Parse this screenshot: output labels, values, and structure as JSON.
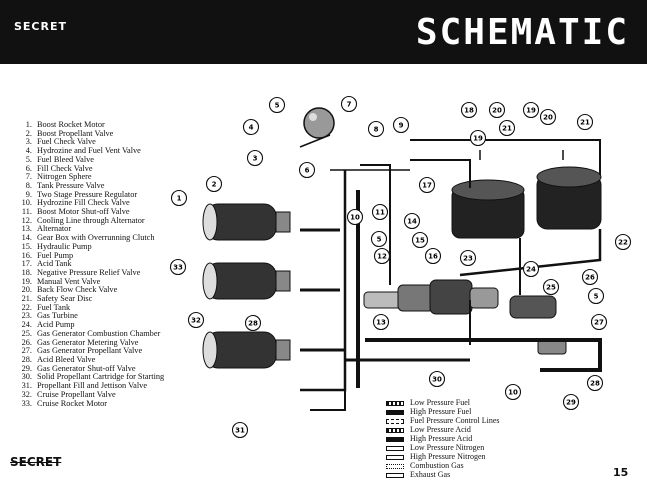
{
  "header": {
    "classification": "SECRET",
    "title": "SCHEMATIC"
  },
  "components": [
    {
      "n": "1.",
      "label": "Boost Rocket Motor"
    },
    {
      "n": "2.",
      "label": "Boost Propellant Valve"
    },
    {
      "n": "3.",
      "label": "Fuel Check Valve"
    },
    {
      "n": "4.",
      "label": "Hydrozine and Fuel Vent Valve"
    },
    {
      "n": "5.",
      "label": "Fuel Bleed Valve"
    },
    {
      "n": "6.",
      "label": "Fill Check Valve"
    },
    {
      "n": "7.",
      "label": "Nitrogen Sphere"
    },
    {
      "n": "8.",
      "label": "Tank Pressure Valve"
    },
    {
      "n": "9.",
      "label": "Two Stage Pressure Regulator"
    },
    {
      "n": "10.",
      "label": "Hydrozine Fill Check Valve"
    },
    {
      "n": "11.",
      "label": "Boost Motor Shut-off Valve"
    },
    {
      "n": "12.",
      "label": "Cooling Line through Alternator"
    },
    {
      "n": "13.",
      "label": "Alternator"
    },
    {
      "n": "14.",
      "label": "Gear Box with Overrunning Clutch"
    },
    {
      "n": "15.",
      "label": "Hydraulic Pump"
    },
    {
      "n": "16.",
      "label": "Fuel Pump"
    },
    {
      "n": "17.",
      "label": "Acid Tank"
    },
    {
      "n": "18.",
      "label": "Negative Pressure Relief Valve"
    },
    {
      "n": "19.",
      "label": "Manual Vent Valve"
    },
    {
      "n": "20.",
      "label": "Back Flow Check Valve"
    },
    {
      "n": "21.",
      "label": "Safety Sear Disc"
    },
    {
      "n": "22.",
      "label": "Fuel Tank"
    },
    {
      "n": "23.",
      "label": "Gas Turbine"
    },
    {
      "n": "24.",
      "label": "Acid Pump"
    },
    {
      "n": "25.",
      "label": "Gas Generator Combustion Chamber"
    },
    {
      "n": "26.",
      "label": "Gas Generator Metering Valve"
    },
    {
      "n": "27.",
      "label": "Gas Generator Propellant Valve"
    },
    {
      "n": "28.",
      "label": "Acid Bleed Valve"
    },
    {
      "n": "29.",
      "label": "Gas Generator Shut-off Valve"
    },
    {
      "n": "30.",
      "label": "Solid Propellant Cartridge for Starting"
    },
    {
      "n": "31.",
      "label": "Propellant Fill and Jettison Valve"
    },
    {
      "n": "32.",
      "label": "Cruise Propellant Valve"
    },
    {
      "n": "33.",
      "label": "Cruise Rocket Motor"
    }
  ],
  "line_key": [
    {
      "label": "Low Pressure Fuel",
      "style": "hatched"
    },
    {
      "label": "High Pressure Fuel",
      "style": "black"
    },
    {
      "label": "Fuel Pressure Control Lines",
      "style": "dashed"
    },
    {
      "label": "Low Pressure Acid",
      "style": "hatched"
    },
    {
      "label": "High Pressure Acid",
      "style": "black"
    },
    {
      "label": "Low Pressure Nitrogen",
      "style": "white"
    },
    {
      "label": "High Pressure Nitrogen",
      "style": "white"
    },
    {
      "label": "Combustion Gas",
      "style": "dotted"
    },
    {
      "label": "Exhaust Gas",
      "style": "white"
    }
  ],
  "callouts": [
    {
      "n": "1"
    },
    {
      "n": "2"
    },
    {
      "n": "3"
    },
    {
      "n": "4"
    },
    {
      "n": "5"
    },
    {
      "n": "6"
    },
    {
      "n": "7"
    },
    {
      "n": "8"
    },
    {
      "n": "9"
    },
    {
      "n": "10"
    },
    {
      "n": "11"
    },
    {
      "n": "5"
    },
    {
      "n": "12"
    },
    {
      "n": "13"
    },
    {
      "n": "14"
    },
    {
      "n": "15"
    },
    {
      "n": "16"
    },
    {
      "n": "17"
    },
    {
      "n": "18"
    },
    {
      "n": "19"
    },
    {
      "n": "20"
    },
    {
      "n": "21"
    },
    {
      "n": "19"
    },
    {
      "n": "20"
    },
    {
      "n": "21"
    },
    {
      "n": "22"
    },
    {
      "n": "23"
    },
    {
      "n": "24"
    },
    {
      "n": "25"
    },
    {
      "n": "26"
    },
    {
      "n": "5"
    },
    {
      "n": "27"
    },
    {
      "n": "28"
    },
    {
      "n": "29"
    },
    {
      "n": "10"
    },
    {
      "n": "30"
    },
    {
      "n": "31"
    },
    {
      "n": "32"
    },
    {
      "n": "28"
    },
    {
      "n": "33"
    }
  ],
  "footer": {
    "classification": "SECRET",
    "page_number": "15"
  }
}
